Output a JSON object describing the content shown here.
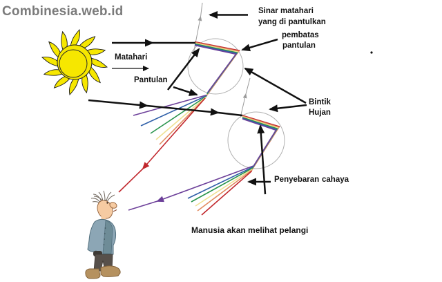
{
  "watermark": {
    "text": "Combinesia.web.id",
    "color": "#7b7b7b"
  },
  "labels": {
    "matahari": "Matahari",
    "pantulan": "Pantulan",
    "sinar_matahari_line1": "Sinar matahari",
    "sinar_matahari_line2": "yang di pantulkan",
    "pembatas_line1": "pembatas",
    "pembatas_line2": "pantulan",
    "bintik_line1": "Bintik",
    "bintik_line2": "Hujan",
    "penyebaran_word1": "Penyebaran",
    "penyebaran_word2": "cahaya",
    "manusia": "Manusia akan melihat pelangi"
  },
  "illustrations": {
    "sun": {
      "name": "sun-illustration",
      "fill_color": "#f6e700"
    },
    "raindrop_count": 2,
    "person": {
      "name": "observer-person"
    }
  },
  "rainbow_colors": {
    "red": "#c1272d",
    "orange": "#e18b5f",
    "yellow": "#efe192",
    "green": "#27934b",
    "blue": "#2f5fa8",
    "purple": "#6c3f99"
  },
  "line_colors": {
    "arrows": "#111111",
    "normals": "#9a9a9a",
    "droplet_outline": "#b0b0b0"
  }
}
